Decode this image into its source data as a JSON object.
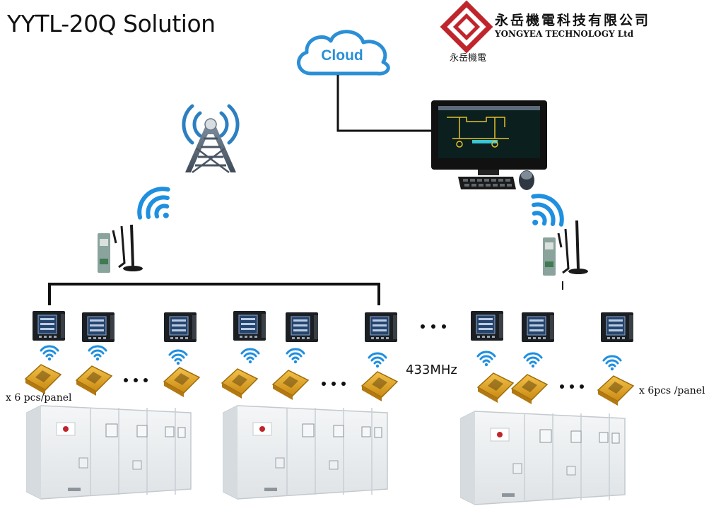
{
  "title": "YYTL-20Q Solution",
  "company": {
    "name_cn": "永岳機電科技有限公司",
    "name_en": "YONGYEA TECHNOLOGY Ltd",
    "logo_caption": "永岳機電",
    "logo_color": "#c0252b"
  },
  "cloud": {
    "label": "Cloud",
    "color": "#2a8fd6"
  },
  "wireless": {
    "frequency": "433MHz",
    "wifi_color": "#1f8fe0"
  },
  "panels": {
    "left_quantity": "x 6 pcs/panel",
    "right_quantity": "x 6pcs /panel"
  },
  "colors": {
    "sensor": "#e0a21c",
    "meter": "#1b1f24",
    "screen": "#26456e",
    "cabinet": "#e9ecee",
    "gateway": "#7f9a93"
  }
}
